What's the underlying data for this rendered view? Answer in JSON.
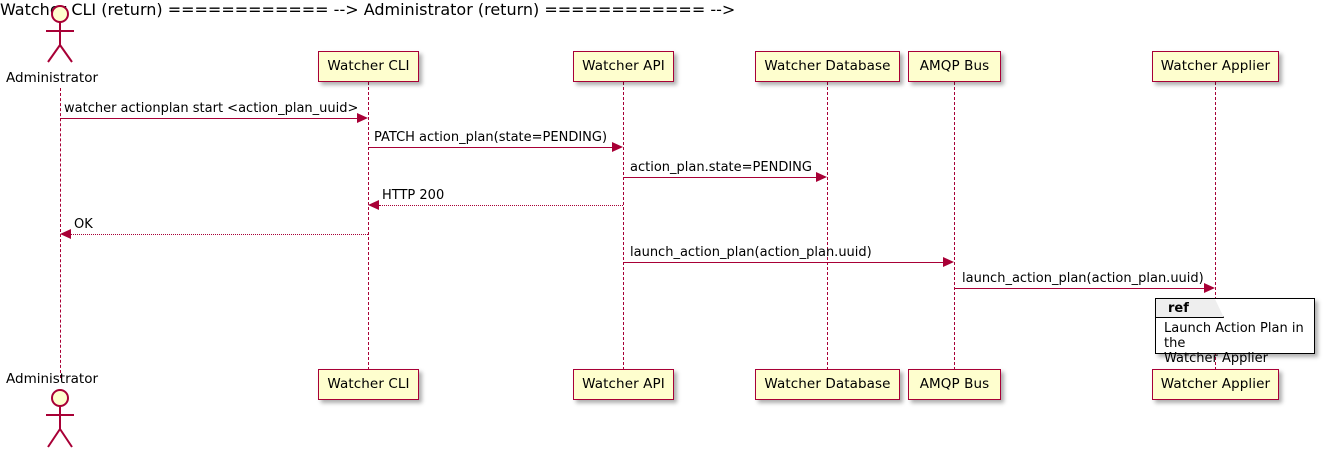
{
  "diagram": {
    "type": "uml-sequence-diagram",
    "title": "",
    "colors": {
      "participant_fill": "#FEFECE",
      "participant_border": "#A80036",
      "arrow": "#A80036",
      "text": "#000000",
      "ref_border": "#000000",
      "ref_tab_fill": "#EEEEEE",
      "background": "#FFFFFF"
    }
  },
  "participants": [
    {
      "id": "administrator",
      "label": "Administrator",
      "kind": "actor"
    },
    {
      "id": "watcher-cli",
      "label": "Watcher CLI",
      "kind": "participant"
    },
    {
      "id": "watcher-api",
      "label": "Watcher API",
      "kind": "participant"
    },
    {
      "id": "watcher-database",
      "label": "Watcher Database",
      "kind": "participant"
    },
    {
      "id": "amqp-bus",
      "label": "AMQP Bus",
      "kind": "participant"
    },
    {
      "id": "watcher-applier",
      "label": "Watcher Applier",
      "kind": "participant"
    }
  ],
  "messages": [
    {
      "index": 1,
      "label": "watcher actionplan start <action_plan_uuid>",
      "from": "administrator",
      "to": "watcher-cli",
      "style": "solid",
      "direction": "right"
    },
    {
      "index": 2,
      "label": "PATCH action_plan(state=PENDING)",
      "from": "watcher-cli",
      "to": "watcher-api",
      "style": "solid",
      "direction": "right"
    },
    {
      "index": 3,
      "label": "action_plan.state=PENDING",
      "from": "watcher-api",
      "to": "watcher-database",
      "style": "solid",
      "direction": "right"
    },
    {
      "index": 4,
      "label": "HTTP 200",
      "from": "watcher-api",
      "to": "watcher-cli",
      "style": "dotted",
      "direction": "left"
    },
    {
      "index": 5,
      "label": "OK",
      "from": "watcher-cli",
      "to": "administrator",
      "style": "dotted",
      "direction": "left"
    },
    {
      "index": 6,
      "label": "launch_action_plan(action_plan.uuid)",
      "from": "watcher-api",
      "to": "amqp-bus",
      "style": "solid",
      "direction": "right"
    },
    {
      "index": 7,
      "label": "launch_action_plan(action_plan.uuid)",
      "from": "amqp-bus",
      "to": "watcher-applier",
      "style": "solid",
      "direction": "right"
    }
  ],
  "ref_fragment": {
    "tab_label": "ref",
    "text": "Launch Action Plan in the\nWatcher Applier"
  }
}
